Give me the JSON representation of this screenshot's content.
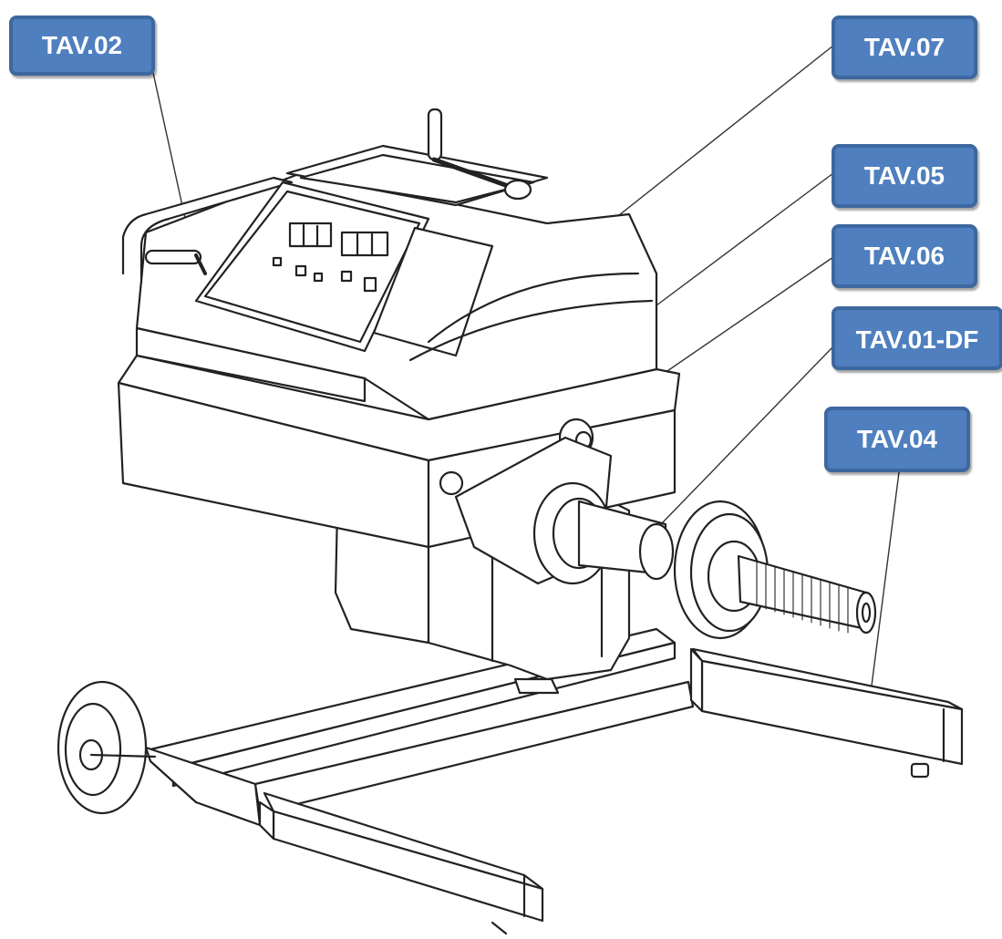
{
  "labels": {
    "tav02": "TAV.02",
    "tav07": "TAV.07",
    "tav05": "TAV.05",
    "tav06": "TAV.06",
    "tav01": "TAV.01-DF",
    "tav04": "TAV.04"
  },
  "colors": {
    "tag_fill": "#4f7fbf",
    "tag_border": "#3d679f",
    "tag_text": "#ffffff",
    "line": "#222222"
  },
  "illustration": "wheel-balancer-machine"
}
